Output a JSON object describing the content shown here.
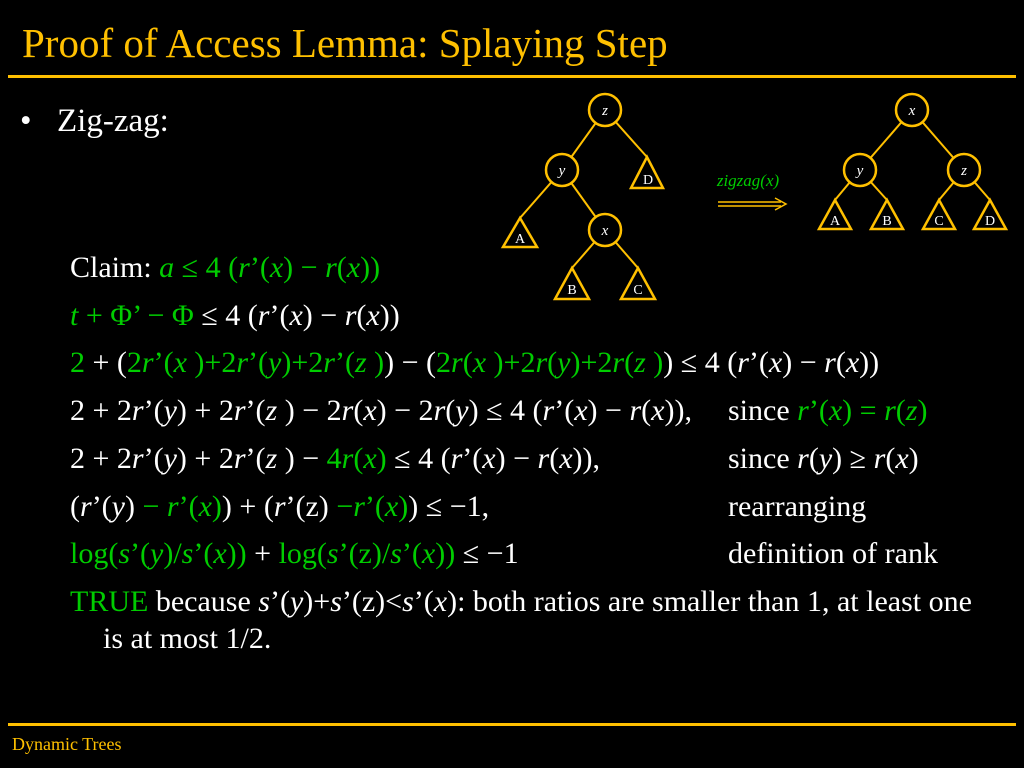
{
  "slide": {
    "title": "Proof of Access Lemma: Splaying Step",
    "bullet": "•",
    "bullet_text": "Zig-zag:",
    "footer": "Dynamic Trees"
  },
  "colors": {
    "accent": "#FFC000",
    "highlight": "#00CC00",
    "text": "#FFFFFF",
    "background": "#000000"
  },
  "diagram": {
    "before": {
      "nodes": [
        "z",
        "y",
        "x"
      ],
      "subtrees": [
        "D",
        "A",
        "B",
        "C"
      ]
    },
    "operation": "zigzag(x)",
    "after": {
      "nodes": [
        "x",
        "y",
        "z"
      ],
      "subtrees": [
        "A",
        "B",
        "C",
        "D"
      ]
    }
  },
  "lines": [
    {
      "segments": [
        {
          "text": "Claim: "
        },
        {
          "text": "a",
          "green": true,
          "italic": true
        },
        {
          "text": " ≤ 4 (",
          "green": true
        },
        {
          "text": "r",
          "green": true,
          "italic": true
        },
        {
          "text": "’(",
          "green": true
        },
        {
          "text": "x",
          "green": true,
          "italic": true
        },
        {
          "text": ") − ",
          "green": true
        },
        {
          "text": "r",
          "green": true,
          "italic": true
        },
        {
          "text": "(",
          "green": true
        },
        {
          "text": "x",
          "green": true,
          "italic": true
        },
        {
          "text": "))",
          "green": true
        }
      ]
    },
    {
      "segments": [
        {
          "text": "t",
          "green": true,
          "italic": true
        },
        {
          "text": " + Φ’ − Φ",
          "green": true
        },
        {
          "text": " ≤ 4 ("
        },
        {
          "text": "r",
          "italic": true
        },
        {
          "text": "’("
        },
        {
          "text": "x",
          "italic": true
        },
        {
          "text": ") − "
        },
        {
          "text": "r",
          "italic": true
        },
        {
          "text": "("
        },
        {
          "text": "x",
          "italic": true
        },
        {
          "text": "))"
        }
      ]
    },
    {
      "segments": [
        {
          "text": "2",
          "green": true
        },
        {
          "text": " + ("
        },
        {
          "text": "2",
          "green": true
        },
        {
          "text": "r",
          "green": true,
          "italic": true
        },
        {
          "text": "’(",
          "green": true
        },
        {
          "text": "x",
          "green": true,
          "italic": true
        },
        {
          "text": " )+2",
          "green": true
        },
        {
          "text": "r",
          "green": true,
          "italic": true
        },
        {
          "text": "’(",
          "green": true
        },
        {
          "text": "y",
          "green": true,
          "italic": true
        },
        {
          "text": ")+2",
          "green": true
        },
        {
          "text": "r",
          "green": true,
          "italic": true
        },
        {
          "text": "’(",
          "green": true
        },
        {
          "text": "z",
          "green": true,
          "italic": true
        },
        {
          "text": " )",
          "green": true
        },
        {
          "text": ") − ("
        },
        {
          "text": "2",
          "green": true
        },
        {
          "text": "r",
          "green": true,
          "italic": true
        },
        {
          "text": "(",
          "green": true
        },
        {
          "text": "x",
          "green": true,
          "italic": true
        },
        {
          "text": " )+2",
          "green": true
        },
        {
          "text": "r",
          "green": true,
          "italic": true
        },
        {
          "text": "(",
          "green": true
        },
        {
          "text": "y",
          "green": true,
          "italic": true
        },
        {
          "text": ")+2",
          "green": true
        },
        {
          "text": "r",
          "green": true,
          "italic": true
        },
        {
          "text": "(",
          "green": true
        },
        {
          "text": "z",
          "green": true,
          "italic": true
        },
        {
          "text": " )",
          "green": true
        },
        {
          "text": ") ≤ 4 ("
        },
        {
          "text": "r",
          "italic": true
        },
        {
          "text": "’("
        },
        {
          "text": "x",
          "italic": true
        },
        {
          "text": ") − "
        },
        {
          "text": "r",
          "italic": true
        },
        {
          "text": "("
        },
        {
          "text": "x",
          "italic": true
        },
        {
          "text": "))"
        }
      ]
    },
    {
      "segments": [
        {
          "text": "2 + 2"
        },
        {
          "text": "r",
          "italic": true
        },
        {
          "text": "’("
        },
        {
          "text": "y",
          "italic": true
        },
        {
          "text": ") + 2"
        },
        {
          "text": "r",
          "italic": true
        },
        {
          "text": "’("
        },
        {
          "text": "z",
          "italic": true
        },
        {
          "text": " ) − 2"
        },
        {
          "text": "r",
          "italic": true
        },
        {
          "text": "("
        },
        {
          "text": "x",
          "italic": true
        },
        {
          "text": ") − 2"
        },
        {
          "text": "r",
          "italic": true
        },
        {
          "text": "("
        },
        {
          "text": "y",
          "italic": true
        },
        {
          "text": ") ≤ 4 ("
        },
        {
          "text": "r",
          "italic": true
        },
        {
          "text": "’("
        },
        {
          "text": "x",
          "italic": true
        },
        {
          "text": ") − "
        },
        {
          "text": "r",
          "italic": true
        },
        {
          "text": "("
        },
        {
          "text": "x",
          "italic": true
        },
        {
          "text": ")),"
        }
      ],
      "note": [
        {
          "text": "since "
        },
        {
          "text": "r",
          "green": true,
          "italic": true
        },
        {
          "text": "’(",
          "green": true
        },
        {
          "text": "x",
          "green": true,
          "italic": true
        },
        {
          "text": ") = ",
          "green": true
        },
        {
          "text": "r",
          "green": true,
          "italic": true
        },
        {
          "text": "(",
          "green": true
        },
        {
          "text": "z",
          "green": true,
          "italic": true
        },
        {
          "text": ")",
          "green": true
        }
      ]
    },
    {
      "segments": [
        {
          "text": "2 + 2"
        },
        {
          "text": "r",
          "italic": true
        },
        {
          "text": "’("
        },
        {
          "text": "y",
          "italic": true
        },
        {
          "text": ") + 2"
        },
        {
          "text": "r",
          "italic": true
        },
        {
          "text": "’("
        },
        {
          "text": "z",
          "italic": true
        },
        {
          "text": " ) − "
        },
        {
          "text": "4",
          "green": true
        },
        {
          "text": "r",
          "green": true,
          "italic": true
        },
        {
          "text": "(",
          "green": true
        },
        {
          "text": "x",
          "green": true,
          "italic": true
        },
        {
          "text": ")",
          "green": true
        },
        {
          "text": " ≤ 4 ("
        },
        {
          "text": "r",
          "italic": true
        },
        {
          "text": "’("
        },
        {
          "text": "x",
          "italic": true
        },
        {
          "text": ") − "
        },
        {
          "text": "r",
          "italic": true
        },
        {
          "text": "("
        },
        {
          "text": "x",
          "italic": true
        },
        {
          "text": ")),"
        }
      ],
      "note": [
        {
          "text": "since "
        },
        {
          "text": "r",
          "italic": true
        },
        {
          "text": "("
        },
        {
          "text": "y",
          "italic": true
        },
        {
          "text": ") ≥ "
        },
        {
          "text": "r",
          "italic": true
        },
        {
          "text": "("
        },
        {
          "text": "x",
          "italic": true
        },
        {
          "text": ")"
        }
      ]
    },
    {
      "segments": [
        {
          "text": "("
        },
        {
          "text": "r",
          "italic": true
        },
        {
          "text": "’("
        },
        {
          "text": "y",
          "italic": true
        },
        {
          "text": ") "
        },
        {
          "text": "− ",
          "green": true
        },
        {
          "text": "r",
          "green": true,
          "italic": true
        },
        {
          "text": "’(",
          "green": true
        },
        {
          "text": "x",
          "green": true,
          "italic": true
        },
        {
          "text": ")",
          "green": true
        },
        {
          "text": ") + ("
        },
        {
          "text": "r",
          "italic": true
        },
        {
          "text": "’(z) "
        },
        {
          "text": "−",
          "green": true
        },
        {
          "text": "r",
          "green": true,
          "italic": true
        },
        {
          "text": "’(",
          "green": true
        },
        {
          "text": "x",
          "green": true,
          "italic": true
        },
        {
          "text": ")",
          "green": true
        },
        {
          "text": ") ≤ −1,"
        }
      ],
      "note": [
        {
          "text": "rearranging"
        }
      ]
    },
    {
      "segments": [
        {
          "text": "log(",
          "green": true
        },
        {
          "text": "s",
          "green": true,
          "italic": true
        },
        {
          "text": "’(",
          "green": true
        },
        {
          "text": "y",
          "green": true,
          "italic": true
        },
        {
          "text": ")/",
          "green": true
        },
        {
          "text": "s",
          "green": true,
          "italic": true
        },
        {
          "text": "’(",
          "green": true
        },
        {
          "text": "x",
          "green": true,
          "italic": true
        },
        {
          "text": "))",
          "green": true
        },
        {
          "text": " + "
        },
        {
          "text": "log(",
          "green": true
        },
        {
          "text": "s",
          "green": true,
          "italic": true
        },
        {
          "text": "’(z)/",
          "green": true
        },
        {
          "text": "s",
          "green": true,
          "italic": true
        },
        {
          "text": "’(",
          "green": true
        },
        {
          "text": "x",
          "green": true,
          "italic": true
        },
        {
          "text": "))",
          "green": true
        },
        {
          "text": " ≤ −1"
        }
      ],
      "note": [
        {
          "text": "definition of rank"
        }
      ]
    },
    {
      "segments": [
        {
          "text": "TRUE",
          "green": true
        },
        {
          "text": " because "
        },
        {
          "text": "s",
          "italic": true
        },
        {
          "text": "’("
        },
        {
          "text": "y",
          "italic": true
        },
        {
          "text": ")+"
        },
        {
          "text": "s",
          "italic": true
        },
        {
          "text": "’(z)<"
        },
        {
          "text": "s",
          "italic": true
        },
        {
          "text": "’("
        },
        {
          "text": "x",
          "italic": true
        },
        {
          "text": "): both ratios are smaller than 1, at least one"
        }
      ],
      "continuation": [
        {
          "text": "is at most 1/2."
        }
      ]
    }
  ]
}
